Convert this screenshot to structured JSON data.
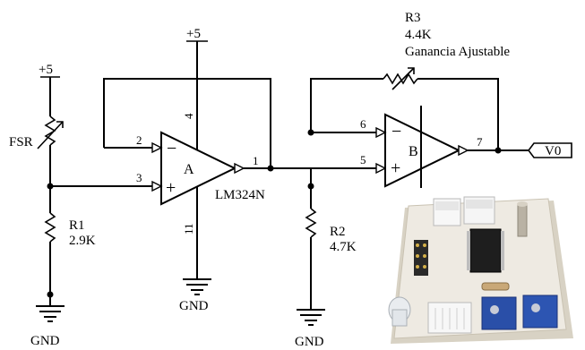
{
  "power": {
    "vcc_fsr": "+5",
    "vcc_opamp": "+5"
  },
  "components": {
    "fsr": {
      "label": "FSR"
    },
    "r1": {
      "ref": "R1",
      "value": "2.9K"
    },
    "r2": {
      "ref": "R2",
      "value": "4.7K"
    },
    "r3": {
      "ref": "R3",
      "value": "4.4K",
      "note": "Ganancia Ajustable"
    },
    "opamp_a": {
      "label": "A",
      "part": "LM324N",
      "minus": "−",
      "plus": "+"
    },
    "opamp_b": {
      "label": "B",
      "minus": "−",
      "plus": "+"
    }
  },
  "pins": {
    "a_inv": "2",
    "a_noninv": "3",
    "a_out": "1",
    "a_vcc": "4",
    "a_gnd": "11",
    "b_inv": "6",
    "b_noninv": "5",
    "b_out": "7"
  },
  "grounds": {
    "g1": "GND",
    "g2": "GND",
    "g3": "GND"
  },
  "output": {
    "label": "V0"
  },
  "photo": {
    "description_icon": "pcb-board-photo"
  }
}
